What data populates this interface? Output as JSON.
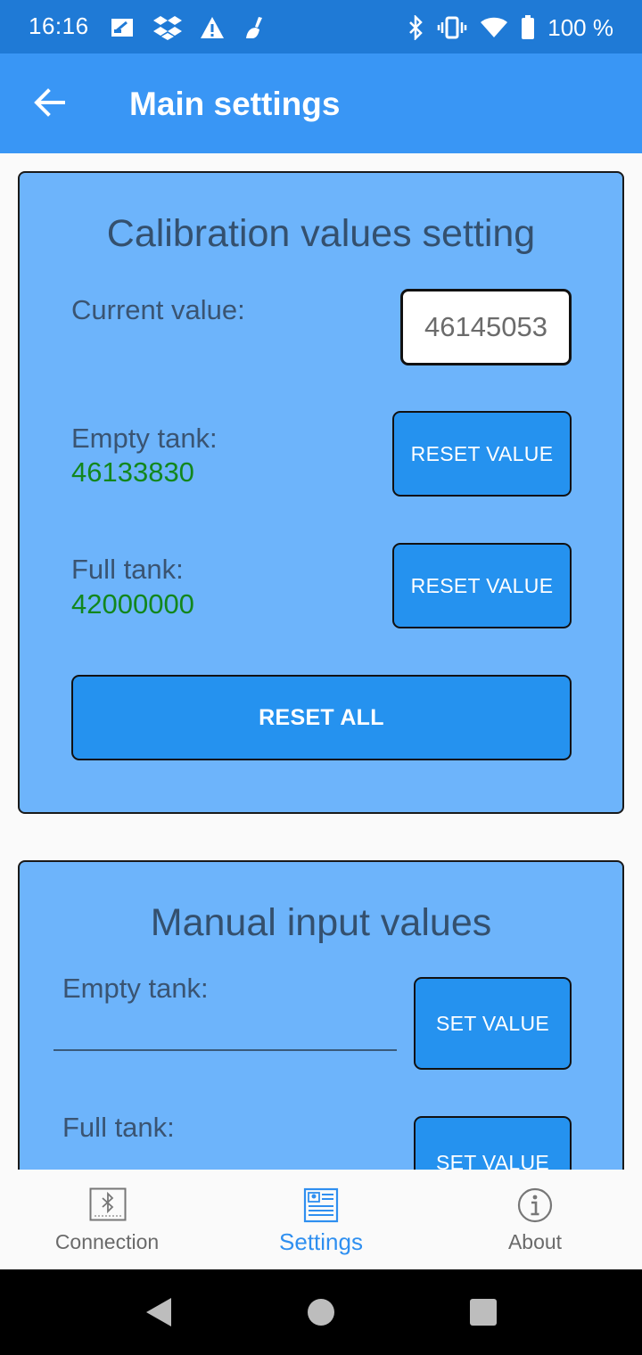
{
  "status_bar": {
    "time": "16:16",
    "battery": "100 %",
    "left_icons": [
      "sim-icon",
      "dropbox-icon",
      "warning-icon",
      "cleaner-icon"
    ],
    "right_icons": [
      "bluetooth-icon",
      "vibrate-icon",
      "wifi-icon",
      "battery-icon"
    ]
  },
  "app_bar": {
    "title": "Main settings",
    "back_icon": "arrow-left-icon"
  },
  "calibration": {
    "title": "Calibration values setting",
    "current_label": "Current value:",
    "current_value": "46145053",
    "empty_label": "Empty tank:",
    "empty_value": "46133830",
    "empty_reset": "RESET VALUE",
    "full_label": "Full tank:",
    "full_value": "42000000",
    "full_reset": "RESET VALUE",
    "reset_all": "RESET ALL"
  },
  "manual": {
    "title": "Manual input values",
    "empty_label": "Empty tank:",
    "empty_input": "",
    "empty_set": "SET VALUE",
    "full_label": "Full tank:",
    "full_set": "SET VALUE"
  },
  "bottom_nav": {
    "items": [
      {
        "label": "Connection",
        "icon": "bluetooth-device-icon"
      },
      {
        "label": "Settings",
        "icon": "settings-form-icon",
        "active": true
      },
      {
        "label": "About",
        "icon": "info-icon"
      }
    ]
  },
  "colors": {
    "status_bar": "#1f7ad6",
    "app_bar": "#3996f5",
    "card": "#6db4fb",
    "button": "#2592ef",
    "value_green": "#12871d",
    "nav_active": "#2f8ff0"
  }
}
